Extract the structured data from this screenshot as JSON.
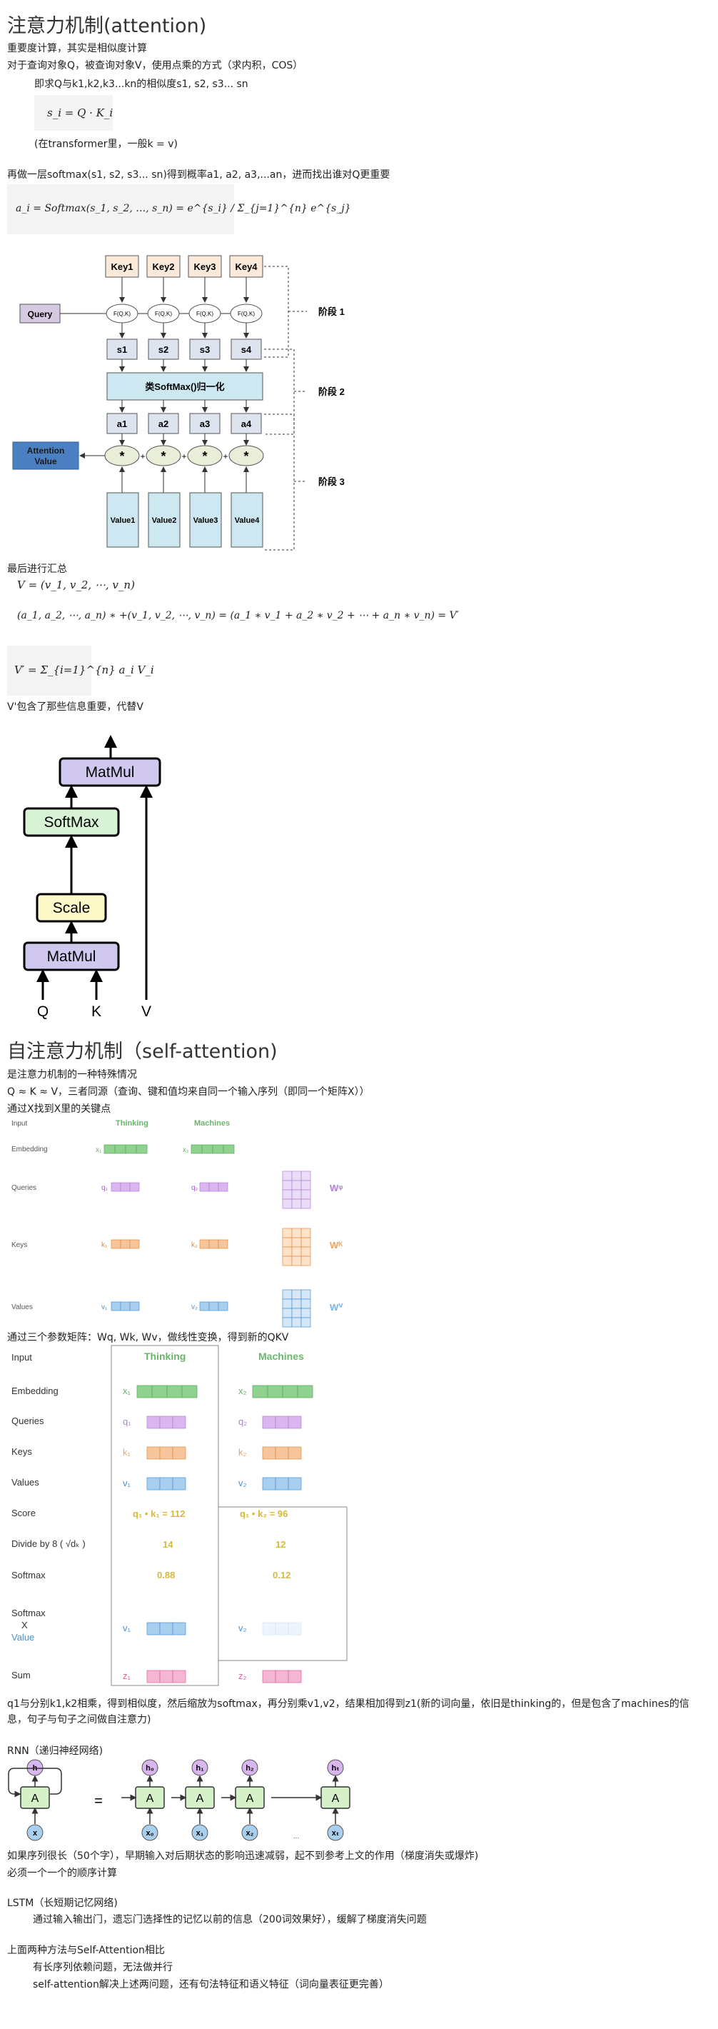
{
  "attention": {
    "title": "注意力机制(attention)",
    "line1": "重要度计算，其实是相似度计算",
    "line2": "对于查询对象Q，被查询对象V，使用点乘的方式（求内积，COS）",
    "line3": "即求Q与k1,k2,k3...kn的相似度s1, s2, s3... sn",
    "formula_s": "s_i = Q · K_i",
    "line4": "(在transformer里，一般k = v)",
    "line5": "再做一层softmax(s1, s2, s3... sn)得到概率a1, a2, a3,...an，进而找出谁对Q更重要",
    "formula_a": "a_i = Softmax(s_1, s_2, …, s_n) = e^{s_i} / Σ_{j=1}^{n} e^{s_j}",
    "diagram": {
      "keys": [
        "Key1",
        "Key2",
        "Key3",
        "Key4"
      ],
      "query": "Query",
      "f": "F(Q,K)",
      "scores": [
        "s1",
        "s2",
        "s3",
        "s4"
      ],
      "softmax": "类SoftMax()归一化",
      "weights": [
        "a1",
        "a2",
        "a3",
        "a4"
      ],
      "mult": "*",
      "plus": "+",
      "values": [
        "Value1",
        "Value2",
        "Value3",
        "Value4"
      ],
      "out1": "Attention",
      "out2": "Value",
      "stages": [
        "阶段 1",
        "阶段 2",
        "阶段 3"
      ]
    },
    "summary_label": "最后进行汇总",
    "formula_v": "V = (v_1, v_2, ⋯, v_n)",
    "formula_sum": "(a_1, a_2, ⋯, a_n) ∗ +(v_1, v_2, ⋯, v_n) = (a_1 ∗ v_1 + a_2 ∗ v_2 + ⋯ + a_n ∗ v_n) = V′",
    "formula_vprime": "V′ = Σ_{i=1}^{n} a_i V_i",
    "vprime_note": "V'包含了那些信息重要，代替V",
    "block": {
      "matmul_top": "MatMul",
      "softmax": "SoftMax",
      "scale": "Scale",
      "matmul_bottom": "MatMul",
      "q": "Q",
      "k": "K",
      "v": "V"
    }
  },
  "self_attention": {
    "title": "自注意力机制（self-attention)",
    "line1": "是注意力机制的一种特殊情况",
    "line2": "Q ≈ K ≈ V，三者同源（查询、键和值均来自同一个输入序列（即同一个矩阵X））",
    "line3": "通过X找到X里的关键点",
    "fig1": {
      "rows": [
        "Input",
        "Embedding",
        "Queries",
        "Keys",
        "Values"
      ],
      "words": [
        "Thinking",
        "Machines"
      ],
      "x": [
        "x₁",
        "x₂"
      ],
      "q": [
        "q₁",
        "q₂"
      ],
      "k": [
        "k₁",
        "k₂"
      ],
      "v": [
        "v₁",
        "v₂"
      ],
      "w": [
        "Wᵠ",
        "Wᴷ",
        "Wⱽ"
      ]
    },
    "line4": "通过三个参数矩阵：Wq, Wk, Wv，做线性变换，得到新的QKV",
    "fig2": {
      "rows": [
        "Input",
        "Embedding",
        "Queries",
        "Keys",
        "Values",
        "Score",
        "Divide by 8 ( √dₖ )",
        "Softmax",
        "Softmax",
        "X",
        "Value",
        "Sum"
      ],
      "words": [
        "Thinking",
        "Machines"
      ],
      "score1": "q₁ • k₁ = 112",
      "score2": "q₁ • k₂ = 96",
      "div1": "14",
      "div2": "12",
      "soft1": "0.88",
      "soft2": "0.12",
      "z": [
        "z₁",
        "z₂"
      ]
    },
    "para1": "q1与分别k1,k2相乘，得到相似度，然后缩放为softmax，再分别乘v1,v2，结果相加得到z1(新的词向量，依旧是thinking的，但是包含了machines的信",
    "para2": "息，句子与句子之间做自注意力)"
  },
  "rnn": {
    "title": "RNN（递归神经网络)",
    "cell": "A",
    "h": [
      "h",
      "h₀",
      "h₁",
      "h₂",
      "hₜ"
    ],
    "x": [
      "x",
      "x₀",
      "x₁",
      "x₂",
      "xₜ"
    ],
    "equals": "=",
    "dots": "...",
    "line1": "如果序列很长（50个字），早期输入对后期状态的影响迅速减弱，起不到参考上文的作用（梯度消失或爆炸)",
    "line2": "必须一个一个的顺序计算"
  },
  "lstm": {
    "title": "LSTM（长短期记忆网络)",
    "line1": "通过输入输出门，遗忘门选择性的记忆以前的信息（200词效果好），缓解了梯度消失问题"
  },
  "compare": {
    "title": "上面两种方法与Self-Attention相比",
    "line1": "有长序列依赖问题，无法做并行",
    "line2": "self-attention解决上述两问题，还有句法特征和语义特征（词向量表征更完善）"
  },
  "colors": {
    "key_fill": "#fbe9d9",
    "score_fill": "#dde4f0",
    "softmax_fill": "#cde8f0",
    "value_fill": "#cde8f0",
    "query_fill": "#d6c9e2",
    "out_fill": "#4a7fc1",
    "mult_fill": "#e8eed8",
    "matmul": "#d0c8ef",
    "softmaxblk": "#d8f2d6",
    "scaleblk": "#fdf9c8",
    "green": "#8fd18e",
    "purple": "#d9b7ee",
    "orange": "#f7c59b",
    "blue": "#a9cfee",
    "pink": "#f4b6d2",
    "yellow_text": "#d6b93a",
    "green_text": "#6bb56a"
  }
}
